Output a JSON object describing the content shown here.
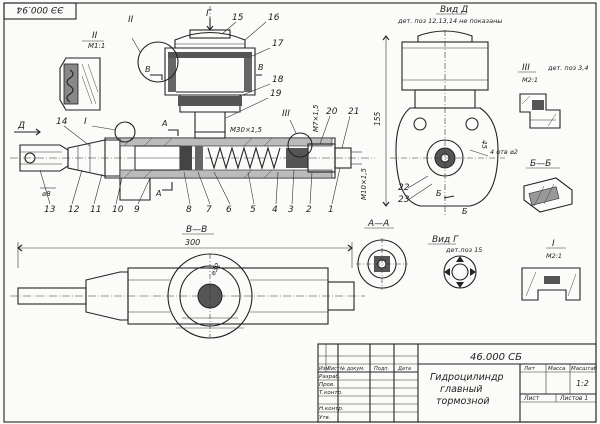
{
  "stamp": {
    "code": "ЭЭ 000.94"
  },
  "callouts": {
    "n1": "1",
    "n2": "2",
    "n3": "3",
    "n4": "4",
    "n5": "5",
    "n6": "6",
    "n7": "7",
    "n8": "8",
    "n9": "9",
    "n10": "10",
    "n11": "11",
    "n12": "12",
    "n13": "13",
    "n14": "14",
    "n15": "15",
    "n16": "16",
    "n17": "17",
    "n18": "18",
    "n19": "19",
    "n20": "20",
    "n21": "21",
    "n22": "22",
    "n23": "23"
  },
  "views": {
    "section_II": "II",
    "scale_II": "М1:1",
    "section_III": "III",
    "scale_III": "М2:1",
    "note_III": "дет. поз 3,4",
    "view_D": "Вид Д",
    "note_D": "дет. поз 12,13,14 не показаны",
    "view_G": "Вид Г",
    "note_G": "дет.поз 15",
    "section_AA": "А—А",
    "section_BB": "Б—Б",
    "section_VV": "В—В",
    "detail_I": "I",
    "scale_I": "М2:1"
  },
  "marks": {
    "arrow_G": "Г",
    "arrow_D": "Д",
    "mark_V": "В",
    "mark_A": "А",
    "mark_B": "Б",
    "mark_I": "I",
    "mark_II": "II",
    "mark_III": "III"
  },
  "dimensions": {
    "thread_M30": "М30×1,5",
    "thread_M7": "М7×1,5",
    "thread_M10": "М10×1,5",
    "d8": "⌀8",
    "d155": "155",
    "d300": "300",
    "d45": "45",
    "holes": "4 отв ⌀2",
    "d32": "⌀32"
  },
  "title_block": {
    "doc_number": "46.000 СБ",
    "name_line1": "Гидроцилиндр",
    "name_line2": "главный",
    "name_line3": "тормозной",
    "col_lit": "Лит",
    "col_mass": "Масса",
    "col_scale": "Масштаб",
    "scale_value": "1:2",
    "sheet_label": "Лист",
    "sheets_label": "Листов 1",
    "rev_col_change": "Изм.",
    "rev_col_sheet": "Лист",
    "rev_col_doc": "№ докум.",
    "rev_col_sign": "Подп.",
    "rev_col_date": "Дата",
    "role_dev": "Разраб.",
    "role_check": "Пров.",
    "role_tcontrol": "Т.контр.",
    "role_ncontrol": "Н.контр.",
    "role_approve": "Утв."
  }
}
